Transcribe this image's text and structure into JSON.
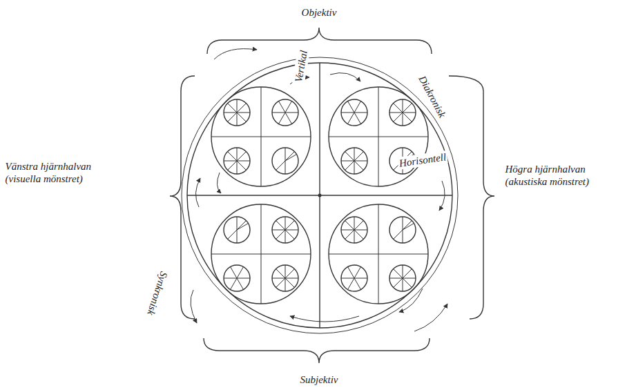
{
  "diagram": {
    "labels": [
      "Objektiv",
      "Vertikal",
      "Diakronisk",
      "Vänstra hjärnhalvan (visuella mönstret)",
      "Högra hjärnhalvan (akustiska mönstret)",
      "Horisontell",
      "Synkronisk",
      "Subjektiv"
    ]
  }
}
